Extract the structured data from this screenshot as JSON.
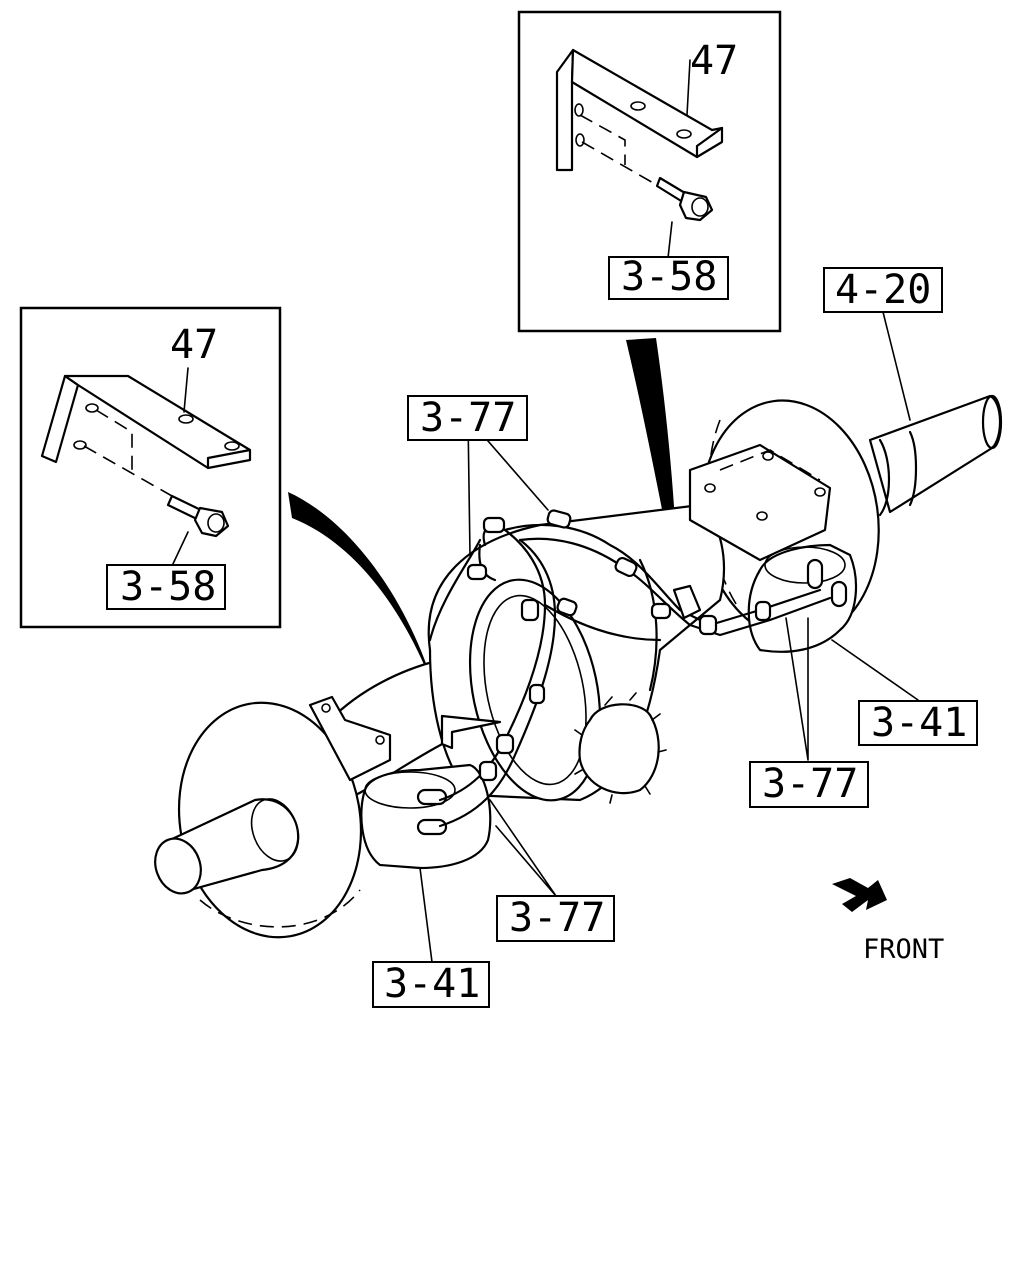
{
  "labels": {
    "part_47": "47",
    "part_3_58": "3-58",
    "part_4_20": "4-20",
    "part_3_77": "3-77",
    "part_3_41": "3-41"
  },
  "front_label": "FRONT",
  "colors": {
    "line": "#000000",
    "background": "#ffffff"
  }
}
